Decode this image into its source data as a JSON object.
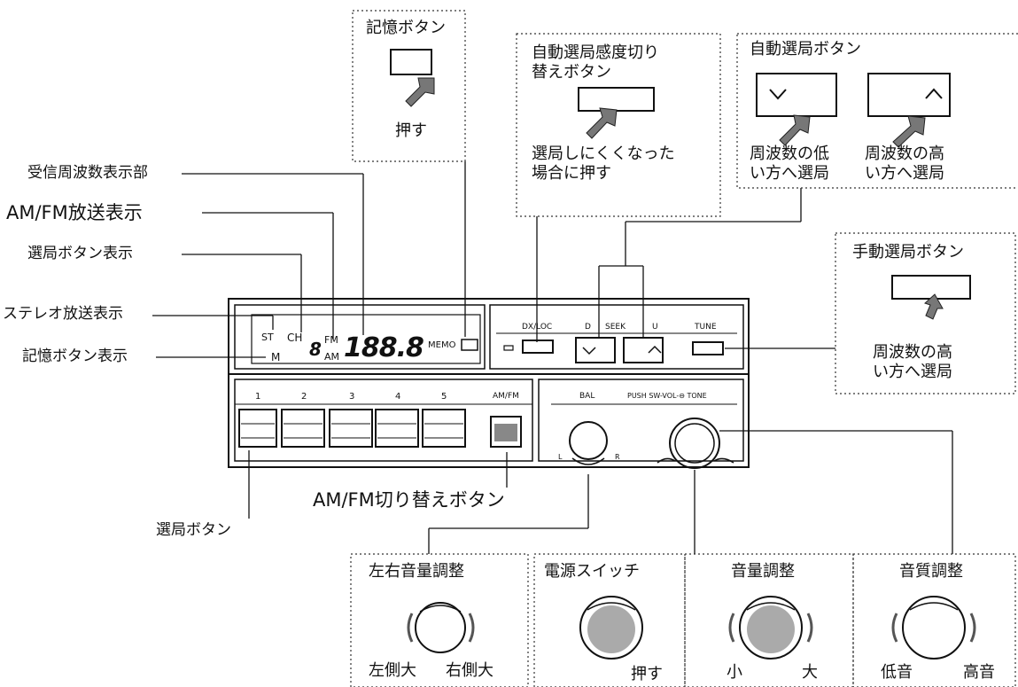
{
  "left_labels": {
    "freq_display": "受信周波数表示部",
    "amfm_indicator": "AM/FM放送表示",
    "preset_indicator": "選局ボタン表示",
    "stereo_indicator": "ステレオ放送表示",
    "memory_indicator": "記憶ボタン表示"
  },
  "bottom_labels": {
    "amfm_switch": "AM/FM切り替えボタン",
    "preset_buttons": "選局ボタン"
  },
  "callouts": {
    "memory": {
      "title": "記憶ボタン",
      "action": "押す"
    },
    "dx_loc": {
      "title_line1": "自動選局感度切り",
      "title_line2": "替えボタン",
      "desc_line1": "選局しにくくなった",
      "desc_line2": "場合に押す"
    },
    "seek": {
      "title": "自動選局ボタン",
      "down_line1": "周波数の低",
      "down_line2": "い方へ選局",
      "up_line1": "周波数の高",
      "up_line2": "い方へ選局"
    },
    "tune": {
      "title": "手動選局ボタン",
      "desc_line1": "周波数の高",
      "desc_line2": "い方へ選局"
    },
    "balance": {
      "title": "左右音量調整",
      "left": "左側大",
      "right": "右側大"
    },
    "power": {
      "title": "電源スイッチ",
      "action": "押す"
    },
    "volume": {
      "title": "音量調整",
      "low": "小",
      "high": "大"
    },
    "tone": {
      "title": "音質調整",
      "low": "低音",
      "high": "高音"
    }
  },
  "radio": {
    "display": {
      "st": "ST",
      "ch": "CH",
      "ch_digit": "8",
      "fm": "FM",
      "am": "AM",
      "freq": "188.8",
      "m": "M",
      "memo": "MEMO"
    },
    "panel_labels": {
      "dx_loc": "DX/LOC",
      "d": "D",
      "seek": "SEEK",
      "u": "U",
      "tune": "TUNE"
    },
    "presets": [
      "1",
      "2",
      "3",
      "4",
      "5"
    ],
    "amfm_label": "AM/FM",
    "knob_labels": {
      "bal": "BAL",
      "push_sw_vol_tone": "PUSH SW-VOL-⊖ TONE",
      "l": "L",
      "r": "R"
    }
  }
}
